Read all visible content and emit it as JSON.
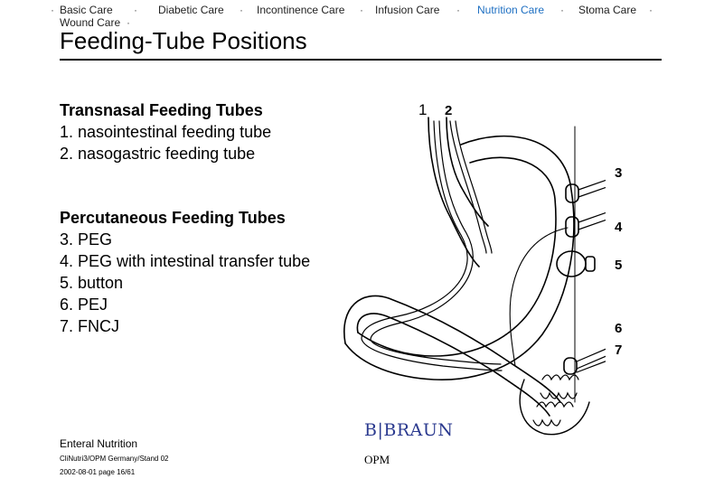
{
  "nav": {
    "items": [
      {
        "label": "Basic Care",
        "active": false
      },
      {
        "label": "Diabetic Care",
        "active": false
      },
      {
        "label": "Incontinence Care",
        "active": false
      },
      {
        "label": "Infusion Care",
        "active": false
      },
      {
        "label": "Nutrition Care",
        "active": true
      },
      {
        "label": "Stoma Care",
        "active": false
      },
      {
        "label": "Wound Care",
        "active": false
      }
    ],
    "separator": "·",
    "active_color": "#1d6fc2"
  },
  "page_title": "Feeding-Tube Positions",
  "transnasal": {
    "heading": "Transnasal Feeding Tubes",
    "items": [
      "1. nasointestinal feeding tube",
      "2. nasogastric feeding tube"
    ]
  },
  "percutaneous": {
    "heading": "Percutaneous Feeding Tubes",
    "items": [
      "3. PEG",
      "4. PEG with intestinal transfer tube",
      "5. button",
      "6. PEJ",
      "7. FNCJ"
    ]
  },
  "diagram_labels": [
    "1",
    "2",
    "3",
    "4",
    "5",
    "6",
    "7"
  ],
  "footer": {
    "section": "Enteral Nutrition",
    "code": "CliNutri3/OPM Germany/Stand 02",
    "date_page": "2002-08-01 page 16/61"
  },
  "logo": {
    "text": "B|BRAUN",
    "sub": "OPM",
    "color": "#2b3a8f"
  }
}
